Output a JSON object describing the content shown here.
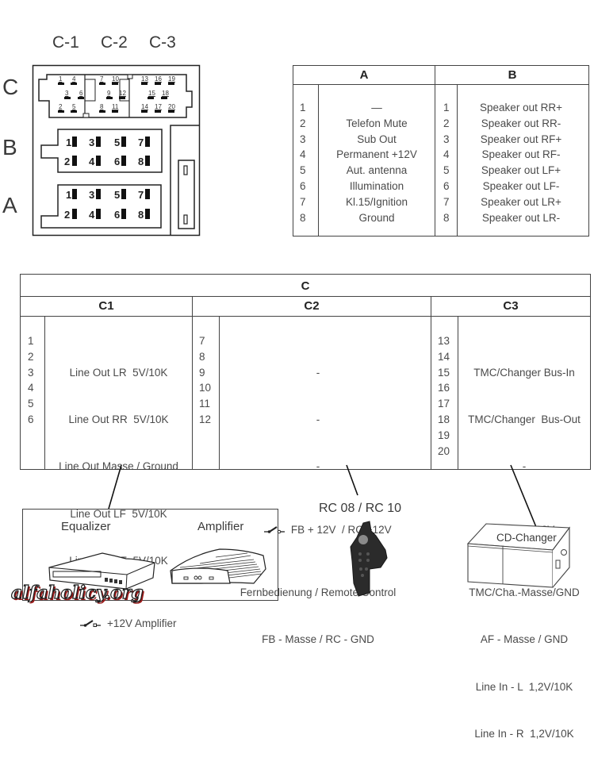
{
  "connector": {
    "column_labels": [
      "C-1",
      "C-2",
      "C-3"
    ],
    "row_labels": [
      "C",
      "B",
      "A"
    ],
    "c_block_pins": {
      "c1": [
        "1",
        "4",
        "3",
        "6",
        "2",
        "5"
      ],
      "c2": [
        "7",
        "10",
        "9",
        "12",
        "8",
        "11"
      ],
      "c3": [
        "13",
        "16",
        "19",
        "15",
        "18",
        "14",
        "17",
        "20"
      ]
    },
    "b_block_pins": [
      "1",
      "3",
      "5",
      "7",
      "2",
      "4",
      "6",
      "8"
    ],
    "a_block_pins": [
      "1",
      "3",
      "5",
      "7",
      "2",
      "4",
      "6",
      "8"
    ]
  },
  "table_ab": {
    "headers": [
      "A",
      "B"
    ],
    "a_rows": [
      {
        "pin": "1",
        "label": "—"
      },
      {
        "pin": "2",
        "label": "Telefon Mute"
      },
      {
        "pin": "3",
        "label": "Sub Out"
      },
      {
        "pin": "4",
        "label": "Permanent +12V"
      },
      {
        "pin": "5",
        "label": "Aut. antenna"
      },
      {
        "pin": "6",
        "label": "Illumination"
      },
      {
        "pin": "7",
        "label": "Kl.15/Ignition"
      },
      {
        "pin": "8",
        "label": "Ground"
      }
    ],
    "b_rows": [
      {
        "pin": "1",
        "label": "Speaker out RR+"
      },
      {
        "pin": "2",
        "label": "Speaker out RR-"
      },
      {
        "pin": "3",
        "label": "Speaker out RF+"
      },
      {
        "pin": "4",
        "label": "Speaker out RF-"
      },
      {
        "pin": "5",
        "label": "Speaker out LF+"
      },
      {
        "pin": "6",
        "label": "Speaker out LF-"
      },
      {
        "pin": "7",
        "label": "Speaker out LR+"
      },
      {
        "pin": "8",
        "label": "Speaker out LR-"
      }
    ]
  },
  "table_c": {
    "title": "C",
    "headers": [
      "C1",
      "C2",
      "C3"
    ],
    "c1_rows": [
      {
        "pin": "1",
        "label": "Line Out LR  5V/10K",
        "switch_icon": false
      },
      {
        "pin": "2",
        "label": "Line Out RR  5V/10K",
        "switch_icon": false
      },
      {
        "pin": "3",
        "label": "Line Out Masse / Ground",
        "switch_icon": false
      },
      {
        "pin": "4",
        "label": "Line Out LF  5V/10K",
        "switch_icon": false
      },
      {
        "pin": "5",
        "label": "Line Out RF  5V/10K",
        "switch_icon": false
      },
      {
        "pin": "6",
        "label": "+12V Amplifier",
        "switch_icon": true
      }
    ],
    "c2_rows": [
      {
        "pin": "7",
        "label": "-",
        "switch_icon": false
      },
      {
        "pin": "8",
        "label": "-",
        "switch_icon": false
      },
      {
        "pin": "9",
        "label": "-",
        "switch_icon": false
      },
      {
        "pin": "10",
        "label": "FB + 12V  / RC +12V",
        "switch_icon": true
      },
      {
        "pin": "11",
        "label": "Fernbedienung / Remote Control",
        "switch_icon": false
      },
      {
        "pin": "12",
        "label": "FB - Masse / RC - GND",
        "switch_icon": false
      }
    ],
    "c3_rows": [
      {
        "pin": "13",
        "label": "TMC/Changer Bus-In",
        "switch_icon": false
      },
      {
        "pin": "14",
        "label": "TMC/Changer  Bus-Out",
        "switch_icon": false
      },
      {
        "pin": "15",
        "label": "-",
        "switch_icon": false
      },
      {
        "pin": "16",
        "label": "12V",
        "switch_icon": true
      },
      {
        "pin": "17",
        "label": "TMC/Cha.-Masse/GND",
        "switch_icon": false
      },
      {
        "pin": "18",
        "label": "AF - Masse / GND",
        "switch_icon": false
      },
      {
        "pin": "19",
        "label": "Line In - L  1,2V/10K",
        "switch_icon": false
      },
      {
        "pin": "20",
        "label": "Line In - R  1,2V/10K",
        "switch_icon": false
      }
    ]
  },
  "devices": {
    "equalizer": "Equalizer",
    "amplifier": "Amplifier",
    "remote": "RC 08 / RC 10",
    "cd_changer": "CD-Changer"
  },
  "watermark": "alfaholicy.org",
  "icons": {
    "switch": "switch-contact-icon"
  }
}
